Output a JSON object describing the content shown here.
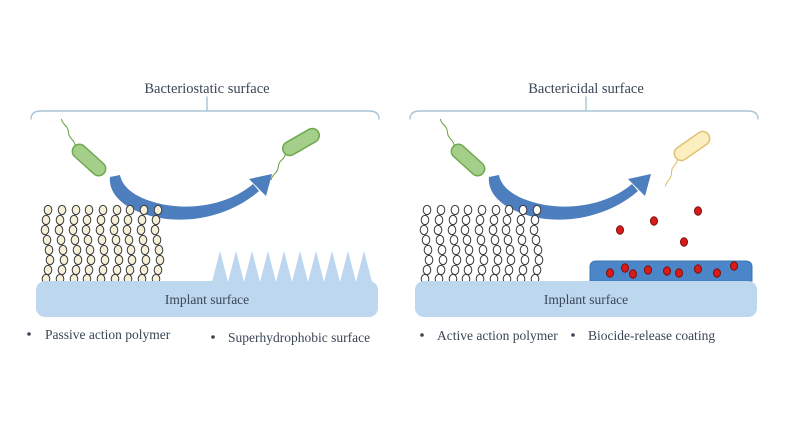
{
  "figure": {
    "type": "scientific-diagram",
    "topic": "Antibacterial implant surface strategies",
    "panels": [
      {
        "title": "Bacteriostatic surface",
        "implant_label": "Implant surface",
        "legend": [
          {
            "label": "Passive action polymer"
          },
          {
            "label": "Superhydrophobic surface"
          }
        ],
        "icons": [
          "live-bacterium-icon",
          "repelled-live-bacterium-icon",
          "bounce-arrow-icon",
          "passive-polymer-brush-icon",
          "superhydrophobic-spike-array-icon",
          "implant-surface-bar"
        ]
      },
      {
        "title": "Bactericidal surface",
        "implant_label": "Implant surface",
        "legend": [
          {
            "label": "Active action polymer"
          },
          {
            "label": "Biocide-release coating"
          }
        ],
        "icons": [
          "live-bacterium-icon",
          "killed-bacterium-icon",
          "bounce-arrow-icon",
          "active-polymer-brush-icon",
          "biocide-release-coating-icon",
          "released-biocide-dots-icon",
          "implant-surface-bar"
        ]
      }
    ],
    "colors": {
      "background": "#ffffff",
      "implant": "#bdd7ee",
      "coating": "#4a86c8",
      "coating_edge": "#3a75b5",
      "arrow": "#4d7ebd",
      "bracket": "#a9c4d6",
      "bacterium_live_fill": "#a3cf8a",
      "bacterium_live_stroke": "#6fa84e",
      "bacterium_dead_fill": "#fceebf",
      "bacterium_dead_stroke": "#dfc070",
      "bead_passive_fill": "#f6f0d8",
      "bead_active_fill": "#ffffff",
      "bead_stroke": "#3a3a3a",
      "biocide_fill": "#da1a18",
      "biocide_stroke": "#7a1212",
      "text": "#3a4656"
    }
  }
}
